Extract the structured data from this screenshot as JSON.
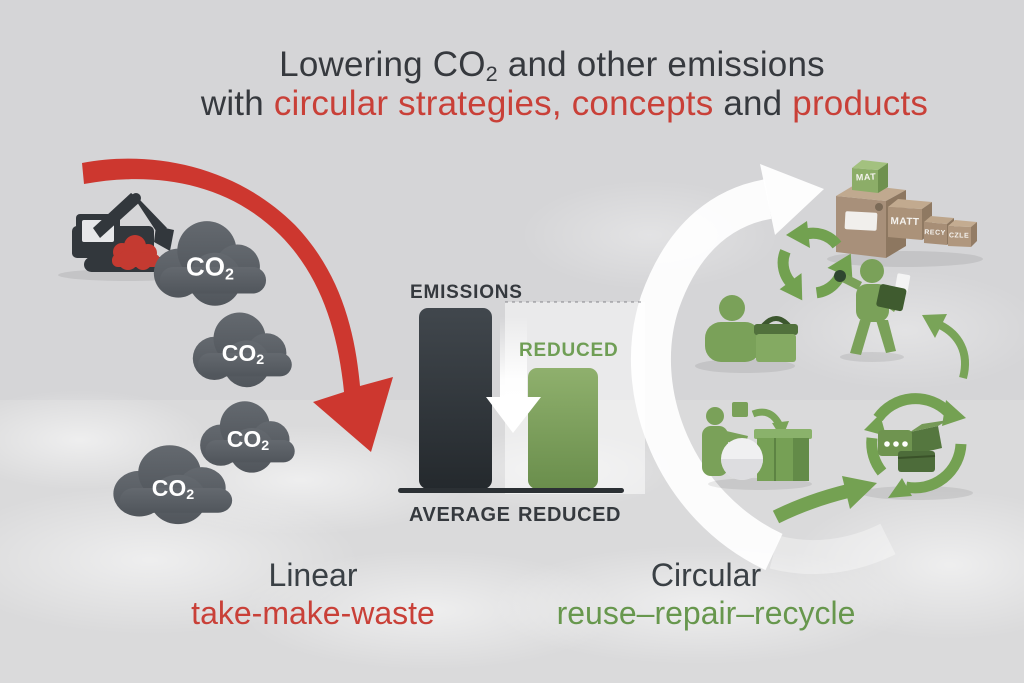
{
  "palette": {
    "background": "#d5d5d7",
    "charcoal": "#33383d",
    "red": "#c94038",
    "green": "#76a054",
    "dark_green": "#44613a",
    "brown": "#a8907a",
    "white": "#ffffff"
  },
  "title": {
    "l1a": "Lowering CO",
    "l1sub": "2",
    "l1b": " and other emissions",
    "l2a": "with ",
    "l2b": "circular strategies, concepts",
    "l2c": " and ",
    "l2d": "products"
  },
  "cloud": {
    "text": "CO",
    "sub": "2"
  },
  "chart": {
    "heading": "EMISSIONS",
    "reduced_annotation": "REDUCED",
    "x_labels": [
      "AVERAGE",
      "REDUCED"
    ]
  },
  "chart_data": {
    "type": "bar",
    "title": "EMISSIONS",
    "categories": [
      "AVERAGE",
      "REDUCED"
    ],
    "values": [
      100,
      66
    ],
    "unit": "relative emissions (qualitative, unlabeled axis)",
    "bar_colors": [
      "#2e3338",
      "#7ba05b"
    ],
    "annotations": [
      "REDUCED label above second bar",
      "white down arrow between bars"
    ],
    "xlabel": "",
    "ylabel": "",
    "grid": false,
    "legend": false
  },
  "boxes": {
    "labels": [
      "MAT",
      "MATT",
      "RECY",
      "CZLE"
    ]
  },
  "legend": {
    "linear_title": "Linear",
    "linear_sub": "take-make-waste",
    "circular_title": "Circular",
    "circular_sub": "reuse–repair–recycle"
  }
}
